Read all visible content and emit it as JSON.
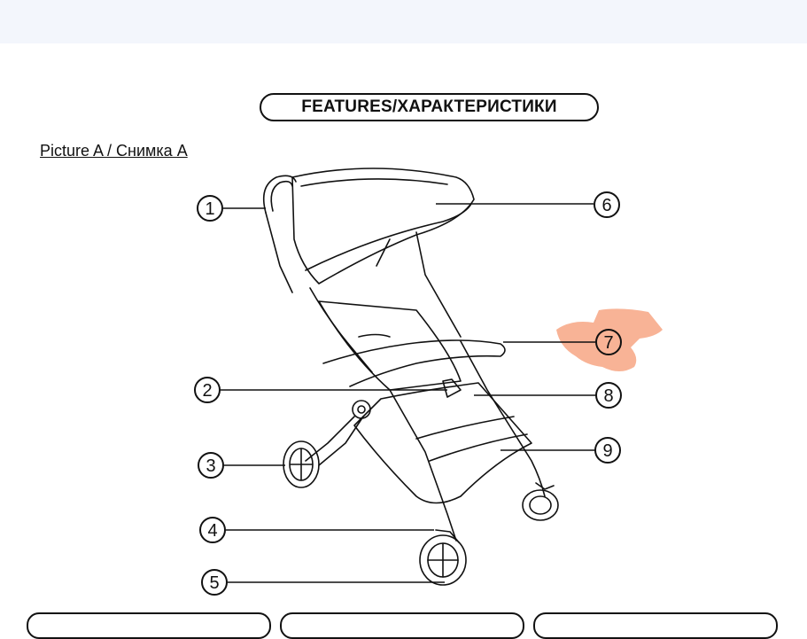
{
  "header": {
    "title": "FEATURES/ХАРАКТЕРИСТИКИ",
    "picture_label": "Picture A / Снимка A"
  },
  "callouts": [
    {
      "number": "1"
    },
    {
      "number": "2"
    },
    {
      "number": "3"
    },
    {
      "number": "4"
    },
    {
      "number": "5"
    },
    {
      "number": "6"
    },
    {
      "number": "7"
    },
    {
      "number": "8"
    },
    {
      "number": "9"
    }
  ],
  "colors": {
    "ink": "#111111",
    "highlight": "#f7a684",
    "topbar": "#f3f6fc"
  }
}
